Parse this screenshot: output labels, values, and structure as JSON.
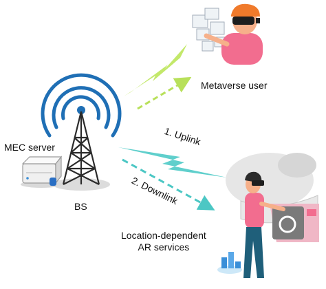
{
  "labels": {
    "metaverse_user": "Metaverse user",
    "mec_server": "MEC server",
    "bs": "BS",
    "uplink": "1. Uplink",
    "downlink": "2. Downlink",
    "ar_services_line1": "Location-dependent",
    "ar_services_line2": "AR services"
  },
  "colors": {
    "signal_blue": "#1f6fb5",
    "link_green": "#b8e05a",
    "link_cyan": "#4cc7c4",
    "tower": "#2b2b2b",
    "user_shirt": "#f26d8f",
    "helmet": "#f07a2b"
  },
  "icons": [
    "radio-wave-icon",
    "tower-icon",
    "server-icon",
    "vr-headset-icon",
    "lightning-link-icon"
  ]
}
